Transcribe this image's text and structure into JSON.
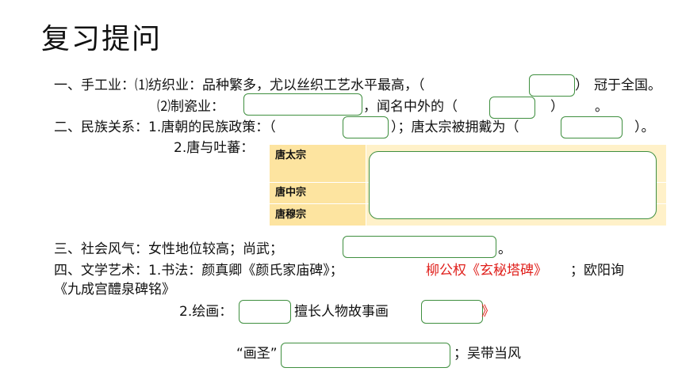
{
  "title": "复习提问",
  "lines": {
    "l1_text": "一、手工业：⑴纺织业：品种繁多，尤以丝织工艺水平最高，（",
    "l1_close": "）",
    "l1_tail": "冠于全国。",
    "l2_text": "⑵制瓷业：",
    "l2_mid": "，闻名中外的（",
    "l2_close": "）",
    "l2_end": "。",
    "l3_text": "二、民族关系：1.唐朝的民族政策：（",
    "l3_mid": "）；唐太宗被拥戴为（",
    "l3_end": "）。",
    "l4_text": "2.唐与吐蕃：",
    "l5_text": "三、社会风气：女性地位较高；尚武；",
    "l5_end": "。",
    "l6_text": "四、文学艺术：1.书法：颜真卿《颜氏家庙碑》；",
    "l6_red": "柳公权《玄秘塔碑》",
    "l6_tail": "；欧阳询",
    "l7_text": "《九成宫醴泉碑铭》",
    "l8_text": "2.绘画：",
    "l8_mid": "擅长人物故事画",
    "l8_red": "》",
    "l9_text": "“画圣”",
    "l9_tail": "；吴带当风"
  },
  "table": {
    "rows": [
      "唐太宗",
      "唐中宗",
      "唐穆宗"
    ]
  }
}
